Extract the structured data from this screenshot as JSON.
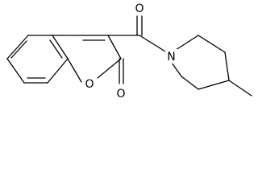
{
  "molecule": {
    "atoms": {
      "ring_oxygen": "O",
      "lactone_carbonyl_oxygen": "O",
      "ketone_oxygen": "O",
      "piperidine_nitrogen": "N"
    },
    "colors": {
      "bond": "#000000",
      "background": "#ffffff"
    }
  }
}
